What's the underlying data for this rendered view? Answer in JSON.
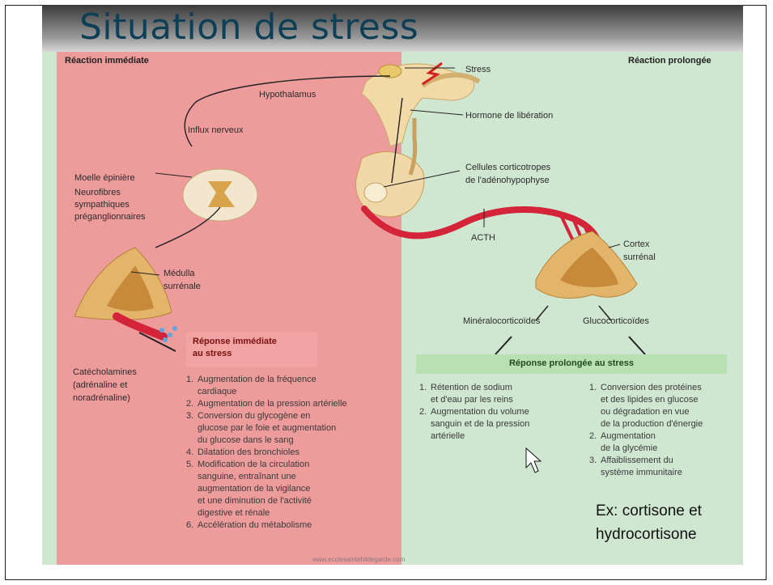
{
  "title": "Situation de stress",
  "left_panel": {
    "heading": "Réaction immédiate",
    "labels": {
      "influx": "Influx nerveux",
      "moelle": "Moelle épinière",
      "neuro1": "Neurofibres",
      "neuro2": "sympathiques",
      "neuro3": "préganglionnaires",
      "medulla1": "Médulla",
      "medulla2": "surrénale",
      "cat1": "Catécholamines",
      "cat2": "(adrénaline et",
      "cat3": "noradrénaline)"
    },
    "response_title_1": "Réponse immédiate",
    "response_title_2": "au stress",
    "items": [
      {
        "n": "1.",
        "lines": [
          "Augmentation de la fréquence",
          "cardiaque"
        ]
      },
      {
        "n": "2.",
        "lines": [
          "Augmentation de la pression artérielle"
        ]
      },
      {
        "n": "3.",
        "lines": [
          "Conversion du glycogène en",
          "glucose par le foie et augmentation",
          "du glucose dans le sang"
        ]
      },
      {
        "n": "4.",
        "lines": [
          "Dilatation des bronchioles"
        ]
      },
      {
        "n": "5.",
        "lines": [
          "Modification de la circulation",
          "sanguine, entraînant une",
          "augmentation de la vigilance",
          "et une diminution de l'activité",
          "digestive et rénale"
        ]
      },
      {
        "n": "6.",
        "lines": [
          "Accélération du métabolisme"
        ]
      }
    ]
  },
  "right_panel": {
    "heading": "Réaction prolongée",
    "labels": {
      "stress": "Stress",
      "hypothalamus": "Hypothalamus",
      "hormone": "Hormone de libération",
      "cell1": "Cellules corticotropes",
      "cell2": "de l'adénohypophyse",
      "acth": "ACTH",
      "cortex1": "Cortex",
      "cortex2": "surrénal",
      "mineralo": "Minéralocorticoïdes",
      "gluco": "Glucocorticoïdes"
    },
    "response_title": "Réponse prolongée au stress",
    "items_left": [
      {
        "n": "1.",
        "lines": [
          "Rétention de sodium",
          "et d'eau par les reins"
        ]
      },
      {
        "n": "2.",
        "lines": [
          "Augmentation du volume",
          "sanguin et de la pression",
          "artérielle"
        ]
      }
    ],
    "items_right": [
      {
        "n": "1.",
        "lines": [
          "Conversion des protéines",
          "et des lipides en glucose",
          "ou dégradation en vue",
          "de la production d'énergie"
        ]
      },
      {
        "n": "2.",
        "lines": [
          "Augmentation",
          "de la glycémie"
        ]
      },
      {
        "n": "3.",
        "lines": [
          "Affaiblissement du",
          "système immunitaire"
        ]
      }
    ],
    "example_line1": "Ex: cortisone et",
    "example_line2": "hydrocortisone"
  },
  "footer_url": "www.ecolesaintehildegarde.com",
  "colors": {
    "left_bg": "#ee9b9c",
    "right_bg": "#cfe6d0",
    "title": "#0d3f57",
    "resp_left_bg": "#f2a3a3",
    "resp_right_bg": "#b9e0b3"
  }
}
